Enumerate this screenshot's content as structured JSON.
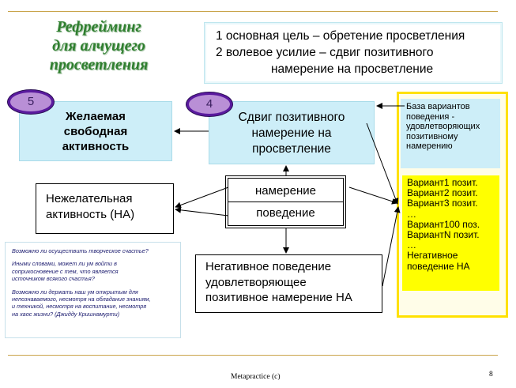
{
  "title": [
    "Рефрейминг",
    "для алчущего",
    "просветления"
  ],
  "goals": {
    "line1": "1 основная цель – обретение просветления",
    "line2": "2 волевое усилие  –  сдвиг позитивного",
    "line3": "намерение на просветление"
  },
  "badges": {
    "five": "5",
    "four": "4"
  },
  "desired_activity": [
    "Желаемая",
    "свободная",
    "активность"
  ],
  "shift_box": [
    "Сдвиг позитивного",
    "намерение на",
    "просветление"
  ],
  "undesired_activity": [
    "Нежелательная",
    "активность (НА)"
  ],
  "intention_behavior": {
    "intention": "намерение",
    "behavior": "поведение"
  },
  "negative_behavior": [
    "Негативное поведение",
    "удовлетворяющее",
    "позитивное намерение НА"
  ],
  "quote": {
    "p1": "Возможно ли осуществить творческое счастье?",
    "p2": [
      "Иными словами, может ли ум войти в",
      "соприкосновение  с тем, что является",
      "источником всякого счастья?"
    ],
    "p3": [
      "Возможно ли держать наш ум открытым для",
      "непознаваемого, несмотря на обладание знаниям,",
      "и техникой, несмотря на воспитание, несмотря",
      "на хаос жизни?  (Джидду Кришнамурти)"
    ]
  },
  "base": {
    "header": [
      "База вариантов",
      "поведения -",
      "удовлетворяющих",
      "позитивному",
      "намерению"
    ],
    "items": [
      "Вариант1 позит.",
      "Вариант2 позит.",
      "Вариант3 позит.",
      "…",
      "Вариант100 поз.",
      "ВариантN позит.",
      "…",
      "Негативное",
      "поведение НА"
    ]
  },
  "footer": "Metapractice (c)",
  "page_number": "8",
  "colors": {
    "title": "#2f7f2f",
    "light_blue": "#cdeef8",
    "yellow": "#ffff00",
    "badge": "#b98fd6",
    "rule": "#c9a34a"
  }
}
